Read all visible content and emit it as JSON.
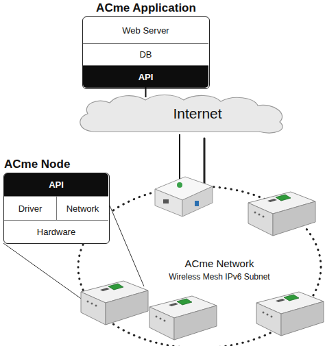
{
  "diagram": {
    "nodes": [
      {
        "text": [
          "ACme Application"
        ]
      },
      {
        "text": [
          "Web Server"
        ],
        "in": 0
      },
      {
        "text": [
          "DB"
        ],
        "in": 0
      },
      {
        "text": [
          "API"
        ],
        "in": 0
      },
      {
        "text": [
          "Internet"
        ]
      },
      {
        "text": [
          "ACme Node"
        ]
      },
      {
        "text": [
          "API"
        ],
        "in": 5
      },
      {
        "text": [
          "Driver"
        ],
        "in": 5
      },
      {
        "text": [
          "Network"
        ],
        "in": 5
      },
      {
        "text": [
          "Hardware"
        ],
        "in": 5
      },
      {
        "text": [
          "ACme Network",
          "Wireless Mesh IPv6 Subnet"
        ]
      }
    ],
    "edges": [
      {
        "from": 3,
        "to": 4,
        "arrow": "none"
      }
    ]
  }
}
